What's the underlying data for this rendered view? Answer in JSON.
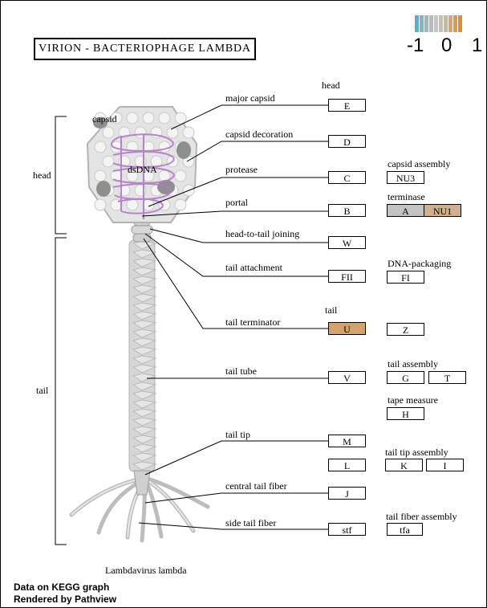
{
  "title": "VIRION  -  BACTERIOPHAGE  LAMBDA",
  "legend": {
    "labels": [
      "-1",
      "0",
      "1"
    ],
    "colors": [
      "#5aaecb",
      "#7fb5c9",
      "#9bb9c3",
      "#b5bcbe",
      "#c6c6c6",
      "#c8c0b5",
      "#cdb595",
      "#d4a774",
      "#da9a52",
      "#e08e2e"
    ]
  },
  "structure_labels": {
    "head": "head",
    "tail": "tail",
    "capsid": "capsid",
    "dsDNA": "dsDNA",
    "species": "Lambdavirus lambda"
  },
  "components": [
    {
      "label": "major capsid",
      "gene": "E"
    },
    {
      "label": "capsid decoration",
      "gene": "D"
    },
    {
      "label": "protease",
      "gene": "C"
    },
    {
      "label": "portal",
      "gene": "B"
    },
    {
      "label": "head-to-tail joining",
      "gene": "W"
    },
    {
      "label": "tail attachment",
      "gene": "FII"
    },
    {
      "label": "tail terminator",
      "gene": "U"
    },
    {
      "label": "tail tube",
      "gene": "V"
    },
    {
      "label": "tail tip",
      "gene": "M"
    },
    {
      "label": "central tail fiber",
      "gene": "J"
    },
    {
      "label": "side tail fiber",
      "gene": "stf"
    }
  ],
  "extra_gene_L": "L",
  "column_headers": {
    "head": "head",
    "tail": "tail"
  },
  "groups": {
    "capsid_assembly": {
      "label": "capsid assembly",
      "genes": [
        "NU3"
      ]
    },
    "terminase": {
      "label": "terminase",
      "genes": [
        "A",
        "NU1"
      ]
    },
    "dna_packaging": {
      "label": "DNA-packaging",
      "genes": [
        "FI"
      ]
    },
    "tail_other": {
      "genes": [
        "Z"
      ]
    },
    "tail_assembly": {
      "label": "tail assembly",
      "genes": [
        "G",
        "T"
      ]
    },
    "tape_measure": {
      "label": "tape measure",
      "genes": [
        "H"
      ]
    },
    "tail_tip_assembly": {
      "label": "tail tip assembly",
      "genes": [
        "K",
        "I"
      ]
    },
    "tail_fiber_assembly": {
      "label": "tail fiber assembly",
      "genes": [
        "tfa"
      ]
    }
  },
  "node_colors": {
    "U": "#d3a36b",
    "A": "#c3c3c3",
    "NU1": "#d2b08a"
  },
  "footer": [
    "Data on KEGG graph",
    "Rendered by Pathview"
  ]
}
